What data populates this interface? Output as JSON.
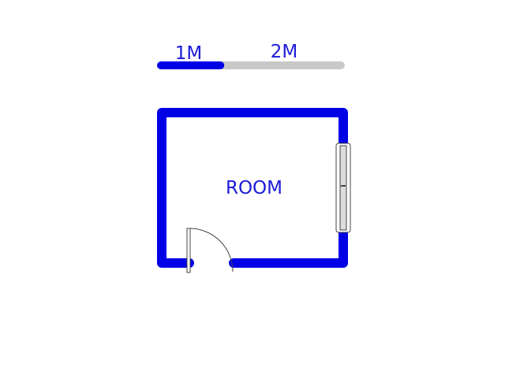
{
  "scale_bar": {
    "label_1": "1M",
    "label_2": "2M",
    "fill_fraction": 0.33
  },
  "room": {
    "label": "ROOM"
  },
  "colors": {
    "wall": "#0000e6",
    "label": "#1a1ad9",
    "scale_track": "#c8c8c8",
    "fixture_stroke": "#444444",
    "window_glass": "#dcdcdc"
  },
  "icons": {
    "door": "door-icon",
    "window": "window-icon"
  }
}
